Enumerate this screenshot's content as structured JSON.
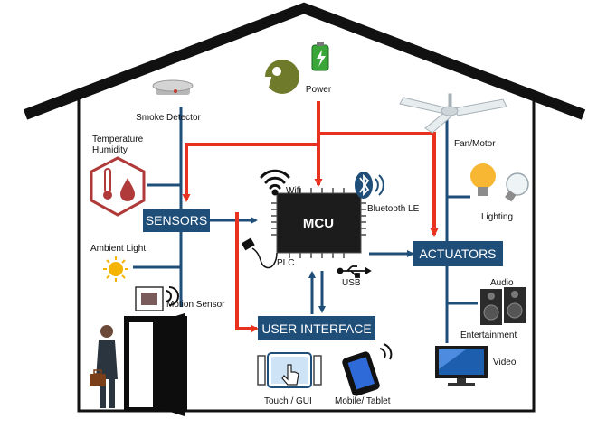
{
  "blocks": {
    "mcu": "MCU",
    "sensors": "SENSORS",
    "actuators": "ACTUATORS",
    "user_interface": "USER INTERFACE"
  },
  "labels": {
    "power": "Power",
    "smoke_detector": "Smoke Detector",
    "temperature": "Temperature",
    "humidity": "Humidity",
    "ambient_light": "Ambient Light",
    "motion_sensor": "Motion Sensor",
    "wifi": "Wifi",
    "bluetooth": "Bluetooth LE",
    "plc": "PLC",
    "usb": "USB",
    "fan_motor": "Fan/Motor",
    "lighting": "Lighting",
    "audio": "Audio",
    "entertainment": "Entertainment",
    "video": "Video",
    "touch_gui": "Touch  / GUI",
    "mobile_tablet": "Mobile/ Tablet"
  },
  "colors": {
    "block_fill": "#1f4e79",
    "connector_blue": "#1f4e79",
    "power_red": "#e8321f",
    "house_outline": "#111111"
  }
}
